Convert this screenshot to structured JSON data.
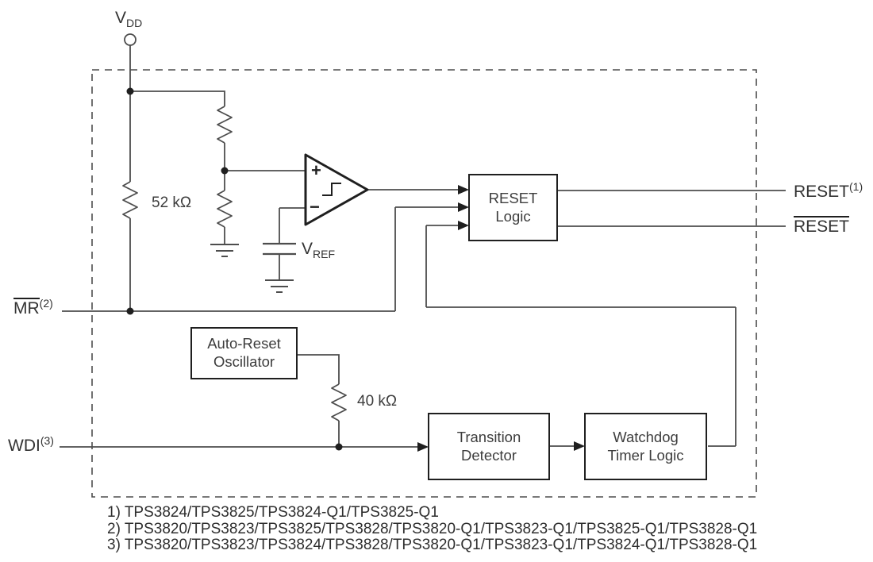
{
  "figure": {
    "type": "functional-block-diagram",
    "pins": {
      "vdd": {
        "main": "V",
        "sub": "DD"
      },
      "mr": {
        "name": "MR",
        "footnote": "(2)"
      },
      "wdi": {
        "name": "WDI",
        "footnote": "(3)"
      },
      "reset": {
        "name": "RESET",
        "footnote": "(1)"
      },
      "reset_bar": {
        "name": "RESET"
      }
    },
    "components": {
      "r_52k": "52 kΩ",
      "r_40k": "40 kΩ",
      "vref": {
        "main": "V",
        "sub": "REF"
      },
      "comparator_plus": "+",
      "comparator_minus": "−"
    },
    "blocks": {
      "reset_logic": [
        "RESET",
        "Logic"
      ],
      "auto_reset_oscillator": [
        "Auto-Reset",
        "Oscillator"
      ],
      "transition_detector": [
        "Transition",
        "Detector"
      ],
      "watchdog_timer_logic": [
        "Watchdog",
        "Timer Logic"
      ]
    },
    "footnotes": [
      "1) TPS3824/TPS3825/TPS3824-Q1/TPS3825-Q1",
      "2) TPS3820/TPS3823/TPS3825/TPS3828/TPS3820-Q1/TPS3823-Q1/TPS3825-Q1/TPS3828-Q1",
      "3) TPS3820/TPS3823/TPS3824/TPS3828/TPS3820-Q1/TPS3823-Q1/TPS3824-Q1/TPS3828-Q1"
    ],
    "colors": {
      "wire": "#4d4d4d",
      "outline": "#1f1f1f",
      "text": "#3d3d3d",
      "background": "#ffffff"
    }
  }
}
